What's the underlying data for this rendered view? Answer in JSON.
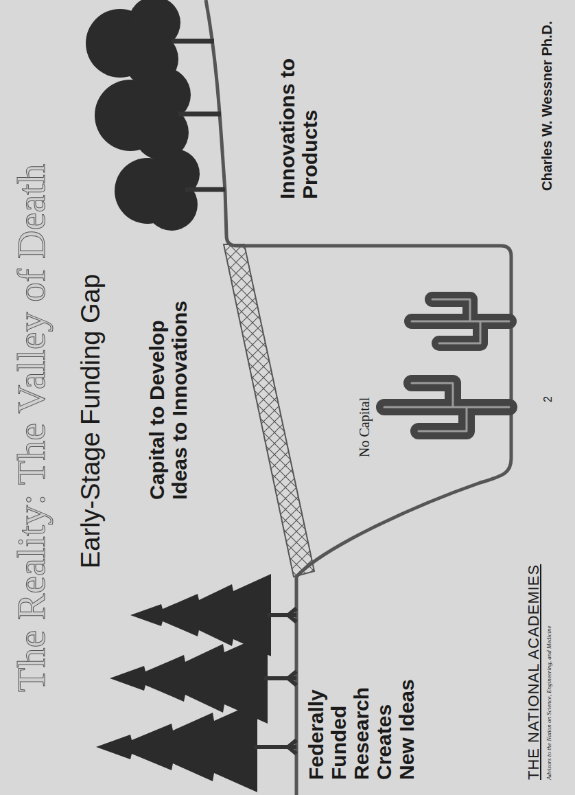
{
  "diagram": {
    "title": "The Reality: The Valley of Death",
    "labels": [
      "Early-Stage Funding Gap",
      "Capital to Develop Ideas to Innovations",
      "No Capital",
      "Federally Funded Research Creates New Ideas",
      "Innovations to Products",
      "THE NATIONAL ACADEMIES",
      "Advisors to the Nation on Science, Engineering, and Medicine",
      "2",
      "Charles W. Wessner Ph.D."
    ]
  }
}
